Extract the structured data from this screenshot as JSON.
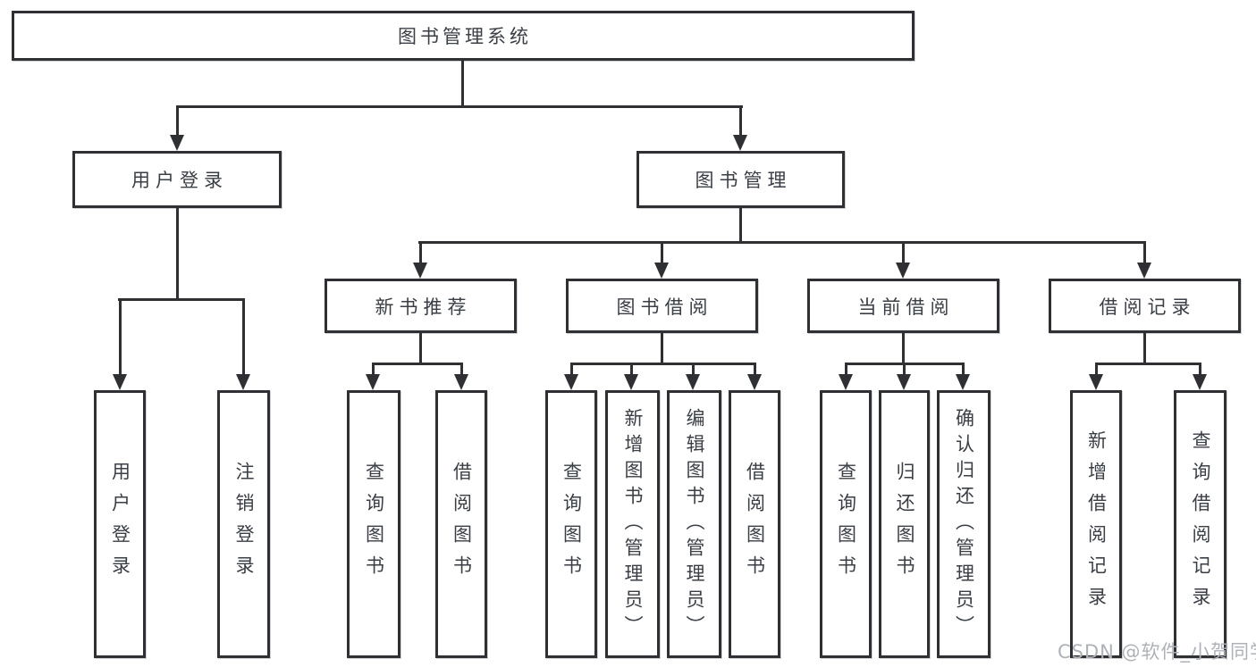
{
  "nodes": {
    "root": "图书管理系统",
    "user_login": "用户登录",
    "book_mgmt": "图书管理",
    "new_book": "新书推荐",
    "book_borrow": "图书借阅",
    "current_borrow": "当前借阅",
    "borrow_records": "借阅记录",
    "leaf_user_login": "用户登录",
    "leaf_logout": "注销登录",
    "leaf_nb_query": "查询图书",
    "leaf_nb_borrow": "借阅图书",
    "leaf_bw_query": "查询图书",
    "leaf_bw_add": "新增图书（管理员）",
    "leaf_bw_edit": "编辑图书（管理员）",
    "leaf_bw_borrow": "借阅图书",
    "leaf_cur_query": "查询图书",
    "leaf_cur_return": "归还图书",
    "leaf_cur_confirm": "确认归还（管理员）",
    "leaf_rec_add": "新增借阅记录",
    "leaf_rec_query": "查询借阅记录"
  },
  "watermark": "CSDN @软件_小贺同学",
  "colors": {
    "line": "#2e3033",
    "text": "#3a3e45",
    "watermark": "#aeb2b8",
    "bg": "#ffffff"
  }
}
